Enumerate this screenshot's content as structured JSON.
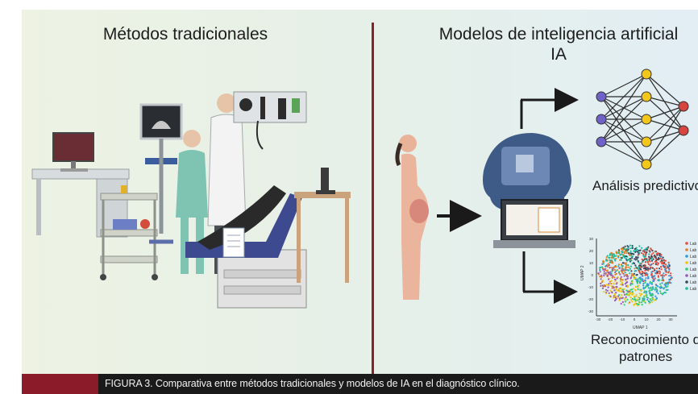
{
  "left": {
    "title": "Métodos tradicionales"
  },
  "right": {
    "title_line1": "Modelos de inteligencia artificial",
    "title_line2": "IA",
    "predictive_label": "Análisis predictivo",
    "pattern_label_line1": "Reconocimiento de",
    "pattern_label_line2": "patrones",
    "umap": {
      "xlabel": "UMAP 1",
      "ylabel": "UMAP 2",
      "xticks": [
        "-30",
        "-20",
        "-10",
        "0",
        "10",
        "20",
        "30"
      ],
      "yticks": [
        "30",
        "20",
        "10",
        "0",
        "-10",
        "-20",
        "-30"
      ],
      "legend_entry": "Lab"
    }
  },
  "caption": "FIGURA 3. Comparativa entre métodos tradicionales y modelos de IA en el diagnóstico clínico.",
  "colors": {
    "divider": "#8a1f2e",
    "caption_accent": "#8c1b2a",
    "caption_bg": "#1a1a1a"
  }
}
